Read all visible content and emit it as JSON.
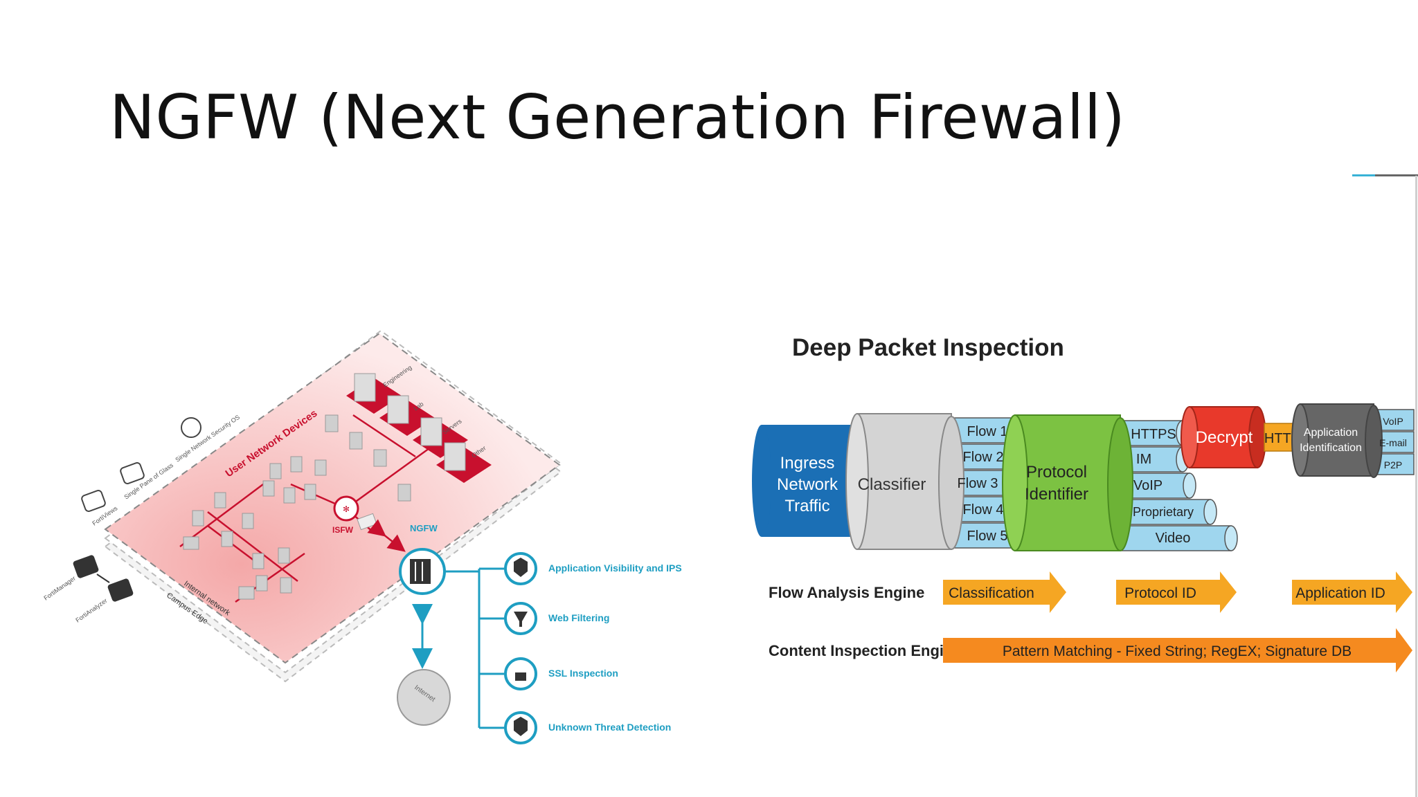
{
  "slide": {
    "title": "NGFW (Next Generation Firewall)"
  },
  "network": {
    "mgmt": [
      "FortiViews",
      "Single Pane of Glass",
      "Single Network Security OS"
    ],
    "side": [
      "FortiManager",
      "FortiAnalyzer"
    ],
    "zone_label": "User Network Devices",
    "servers": [
      "Engineering",
      "Lab",
      "Servers",
      "Other"
    ],
    "isfw": "ISFW",
    "ngfw": "NGFW",
    "internal": "Internal network",
    "edge": "Campus Edge",
    "internet": "Internet",
    "features": [
      "Application Visibility and IPS",
      "Web Filtering",
      "SSL Inspection",
      "Unknown Threat Detection"
    ],
    "colors": {
      "accent": "#1e9ec2",
      "red": "#c8102e"
    }
  },
  "dpi": {
    "title": "Deep Packet Inspection",
    "ingress": [
      "Ingress",
      "Network",
      "Traffic"
    ],
    "classifier": "Classifier",
    "flows": [
      "Flow 1",
      "Flow 2",
      "Flow 3",
      "Flow 4",
      "Flow 5"
    ],
    "protocol": [
      "Protocol",
      "Identifier"
    ],
    "protocols": [
      "HTTPS",
      "IM",
      "VoIP",
      "Proprietary",
      "Video"
    ],
    "decrypt": "Decrypt",
    "http": "HTTP",
    "app_id": [
      "Application",
      "Identification"
    ],
    "apps": [
      "VoIP",
      "E-mail",
      "P2P"
    ],
    "flow_engine": "Flow Analysis Engine",
    "content_engine": "Content Inspection Engine",
    "stages": [
      "Classification",
      "Protocol ID",
      "Application ID"
    ],
    "pattern": "Pattern Matching - Fixed String; RegEX; Signature DB",
    "colors": {
      "blue": "#1b6fb5",
      "gray": "#d4d4d4",
      "cyan": "#9fd6ee",
      "green": "#7cc242",
      "red": "#e8392b",
      "orange": "#f5a623",
      "dark": "#666666"
    }
  }
}
